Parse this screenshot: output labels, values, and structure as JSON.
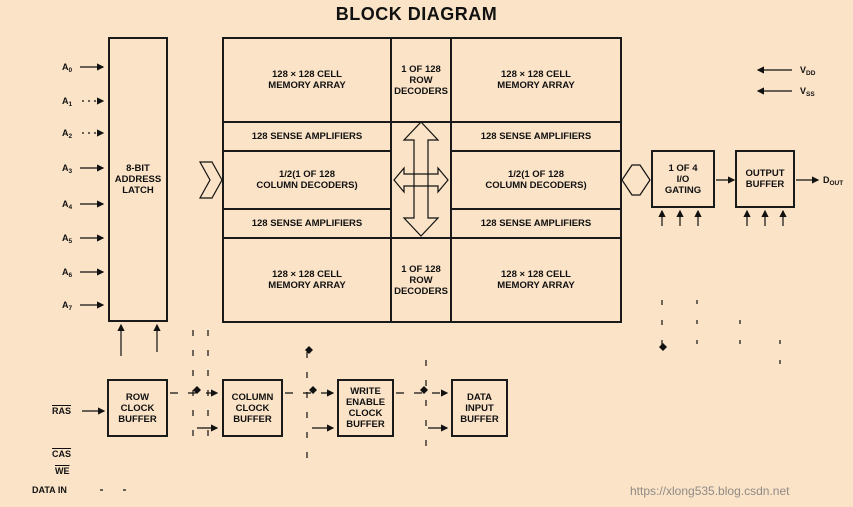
{
  "title": "BLOCK DIAGRAM",
  "address_inputs": [
    {
      "base": "A",
      "sub": "0"
    },
    {
      "base": "A",
      "sub": "1"
    },
    {
      "base": "A",
      "sub": "2"
    },
    {
      "base": "A",
      "sub": "3"
    },
    {
      "base": "A",
      "sub": "4"
    },
    {
      "base": "A",
      "sub": "5"
    },
    {
      "base": "A",
      "sub": "6"
    },
    {
      "base": "A",
      "sub": "7"
    }
  ],
  "address_latch": "8-BIT\nADDRESS\nLATCH",
  "memory_array_top_left": "128 × 128 CELL\nMEMORY ARRAY",
  "memory_array_top_right": "128 × 128 CELL\nMEMORY ARRAY",
  "memory_array_bottom_left": "128 × 128 CELL\nMEMORY ARRAY",
  "memory_array_bottom_right": "128 × 128 CELL\nMEMORY ARRAY",
  "row_decoders_top": "1 OF 128\nROW\nDECODERS",
  "row_decoders_bottom": "1 OF 128\nROW\nDECODERS",
  "sense_amp_upper_left": "128 SENSE AMPLIFIERS",
  "sense_amp_upper_right": "128 SENSE AMPLIFIERS",
  "sense_amp_lower_left": "128 SENSE AMPLIFIERS",
  "sense_amp_lower_right": "128 SENSE AMPLIFIERS",
  "column_decoders_left": "1/2(1 OF 128\nCOLUMN DECODERS)",
  "column_decoders_right": "1/2(1 OF 128\nCOLUMN DECODERS)",
  "io_gating": "1 OF 4\nI/O\nGATING",
  "output_buffer": "OUTPUT\nBUFFER",
  "output_signal": {
    "base": "D",
    "sub": "OUT"
  },
  "vdd": {
    "base": "V",
    "sub": "DD"
  },
  "vss": {
    "base": "V",
    "sub": "SS"
  },
  "row_clock_buffer": "ROW\nCLOCK\nBUFFER",
  "column_clock_buffer": "COLUMN\nCLOCK\nBUFFER",
  "write_enable_clock_buffer": "WRITE\nENABLE\nCLOCK\nBUFFER",
  "data_input_buffer": "DATA\nINPUT\nBUFFER",
  "ras": "RAS",
  "cas": "CAS",
  "we": "WE",
  "data_in": "DATA IN",
  "watermark": "https://xlong535.blog.csdn.net"
}
